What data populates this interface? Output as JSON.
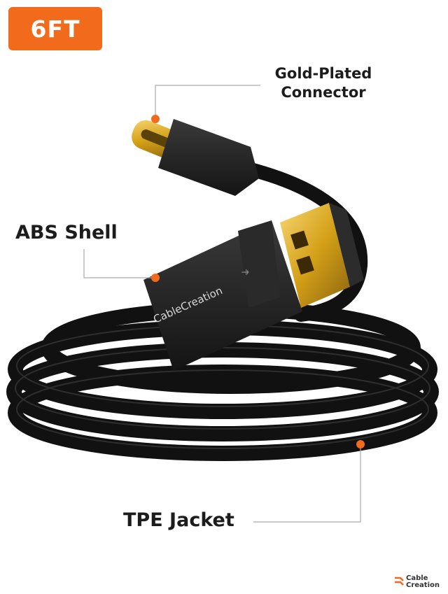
{
  "badge": {
    "text": "6FT"
  },
  "callouts": {
    "connector": {
      "line1": "Gold-Plated",
      "line2": "Connector"
    },
    "shell": {
      "text": "ABS Shell"
    },
    "jacket": {
      "text": "TPE Jacket"
    }
  },
  "product": {
    "housing_brand": "CableCreation",
    "cable_color": "#111111",
    "accent_color": "#f26a1b",
    "gold_color": "#d4a017"
  },
  "logo": {
    "line1": "Cable",
    "line2": "Creation",
    "icon": "cablecreation-logo-icon"
  }
}
